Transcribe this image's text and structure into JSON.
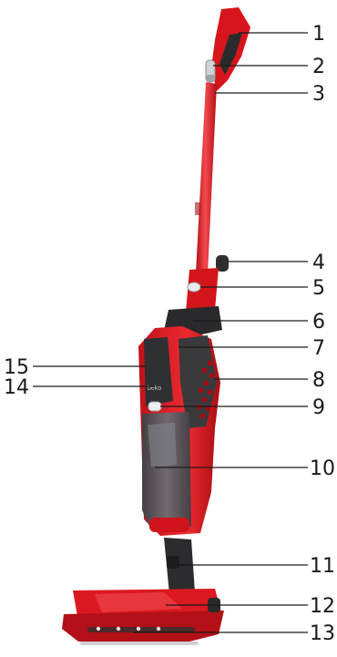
{
  "figure": {
    "background": "#ffffff",
    "colors": {
      "body_red": "#e3171f",
      "body_red_dark": "#b30f15",
      "body_red_light": "#f24a4f",
      "dark_grey": "#3a3a3c",
      "bin_grey": "#5b5e62",
      "leader_line": "#1a1a1a"
    },
    "brand_mark": "beko",
    "callouts": [
      {
        "num": "1"
      },
      {
        "num": "2"
      },
      {
        "num": "3"
      },
      {
        "num": "4"
      },
      {
        "num": "5"
      },
      {
        "num": "6"
      },
      {
        "num": "7"
      },
      {
        "num": "8"
      },
      {
        "num": "9"
      },
      {
        "num": "10"
      },
      {
        "num": "11"
      },
      {
        "num": "12"
      },
      {
        "num": "13"
      },
      {
        "num": "14"
      },
      {
        "num": "15"
      }
    ]
  }
}
